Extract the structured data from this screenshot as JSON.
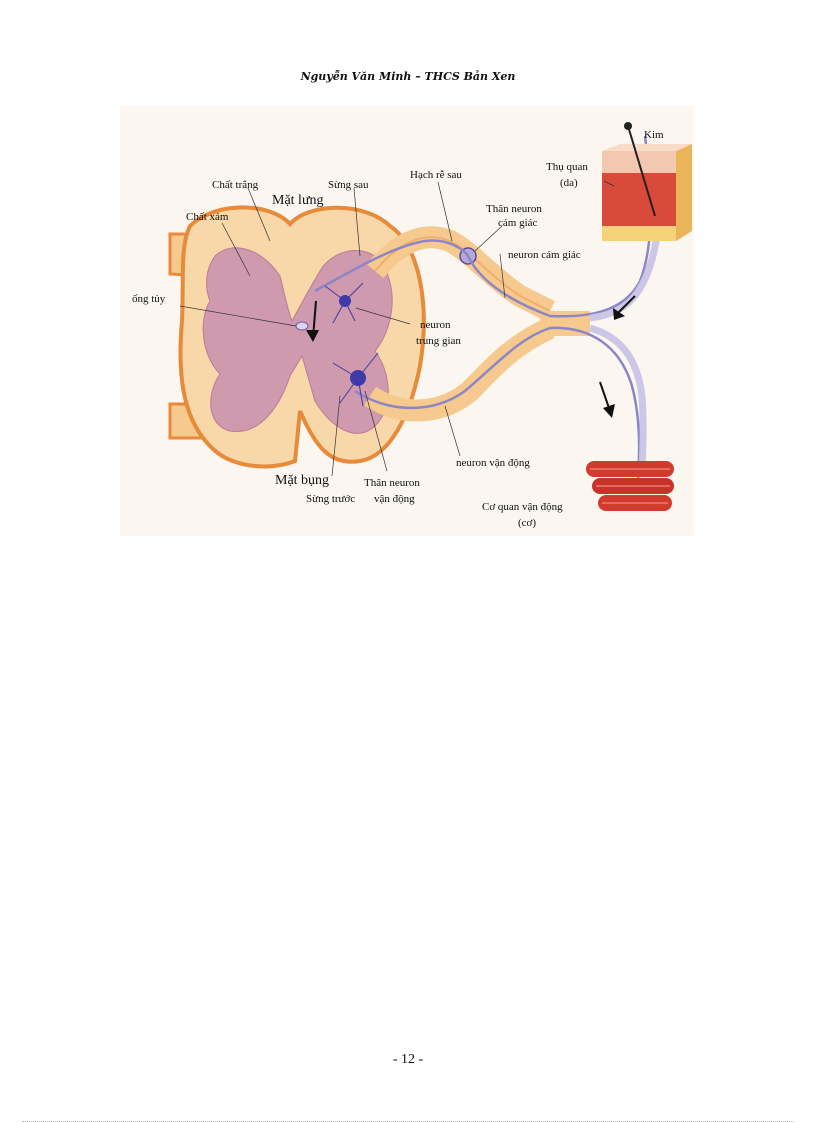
{
  "header": {
    "text": "Nguyễn Văn Minh – THCS Bản Xen"
  },
  "figure": {
    "labels": {
      "chat_trang": "Chất trắng",
      "mat_lung": "Mặt lưng",
      "chat_xam": "Chất xám",
      "sung_sau": "Sừng sau",
      "hach_re_sau": "Hạch rễ sau",
      "kim": "Kim",
      "thu_quan_1": "Thụ quan",
      "thu_quan_2": "(da)",
      "than_neuron_cam_giac_1": "Thân neuron",
      "than_neuron_cam_giac_2": "cảm giác",
      "neuron_cam_giac": "neuron cảm giác",
      "ong_tuy": "ống tủy",
      "neuron_trung_gian_1": "neuron",
      "neuron_trung_gian_2": "trung gian",
      "neuron_van_dong": "neuron vận động",
      "mat_bung": "Mặt bụng",
      "sung_truoc": "Sừng trước",
      "than_neuron_van_dong_1": "Thân neuron",
      "than_neuron_van_dong_2": "vận động",
      "co_quan_van_dong_1": "Cơ quan vận động",
      "co_quan_van_dong_2": "(cơ)"
    }
  },
  "footer": {
    "page_number": "- 12 -"
  }
}
